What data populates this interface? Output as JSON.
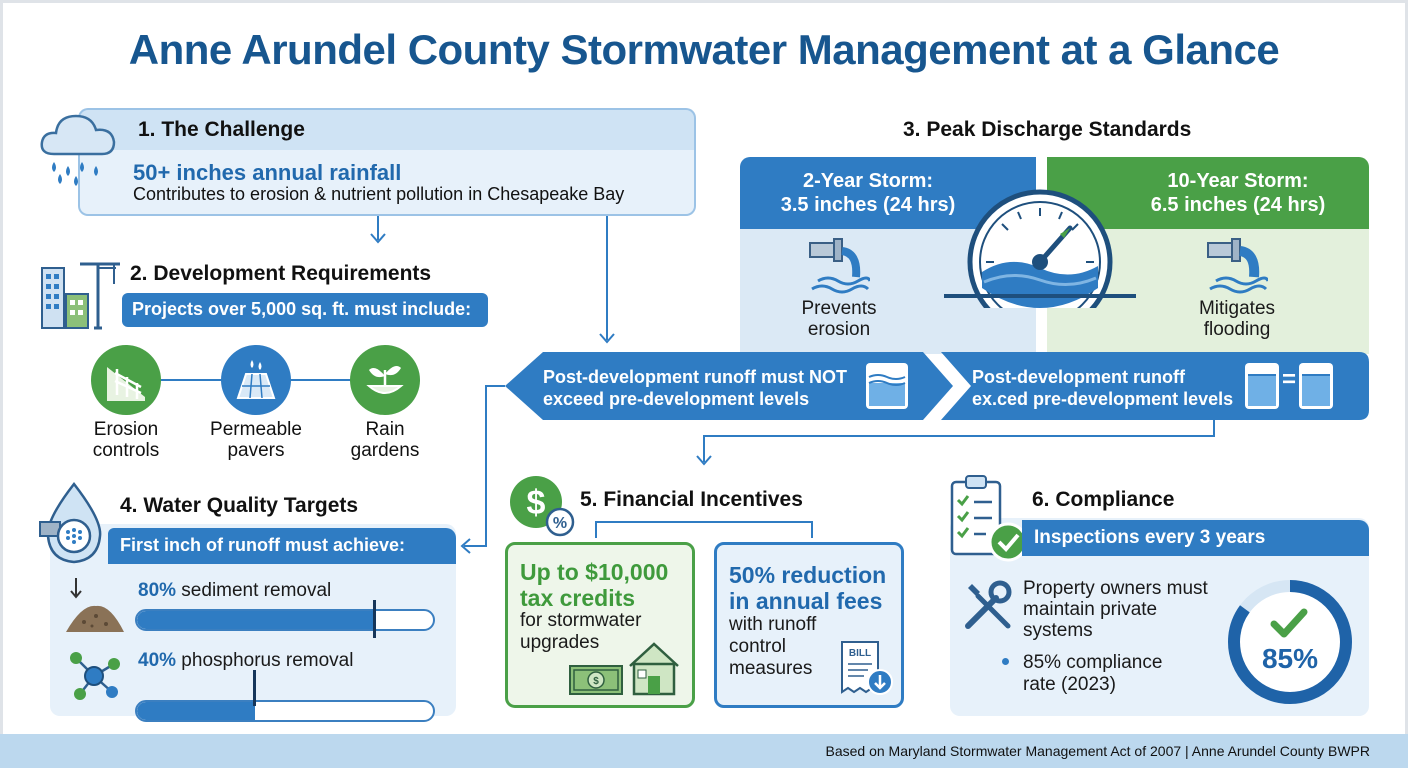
{
  "title": "Anne Arundel County Stormwater Management at a Glance",
  "colors": {
    "primary_blue": "#2f7cc3",
    "title_blue": "#17568f",
    "green": "#4aa047",
    "light_blue": "#e7f1fa"
  },
  "challenge": {
    "heading": "1. The Challenge",
    "highlight": "50+ inches annual rainfall",
    "detail": "Contributes to erosion & nutrient pollution in Chesapeake Bay",
    "icon": "rain-cloud-icon"
  },
  "development": {
    "heading": "2. Development Requirements",
    "band": "Projects over 5,000 sq. ft. must include:",
    "icon": "buildings-crane-icon",
    "items": [
      {
        "label_line1": "Erosion",
        "label_line2": "controls",
        "icon": "erosion-fence-icon"
      },
      {
        "label_line1": "Permeable",
        "label_line2": "pavers",
        "icon": "pavers-icon"
      },
      {
        "label_line1": "Rain",
        "label_line2": "gardens",
        "icon": "plant-icon"
      }
    ]
  },
  "peak": {
    "heading": "3. Peak Discharge Standards",
    "storm2": {
      "title": "2-Year Storm:",
      "subtitle": "3.5 inches (24 hrs)",
      "caption_line1": "Prevents",
      "caption_line2": "erosion",
      "icon": "pipe-outflow-icon"
    },
    "storm10": {
      "title": "10-Year Storm:",
      "subtitle": "6.5 inches (24 hrs)",
      "caption_line1": "Mitigates",
      "caption_line2": "flooding",
      "icon": "pipe-outflow-icon"
    },
    "gauge_icon": "gauge-icon",
    "banner_left_line1": "Post-development runoff must NOT",
    "banner_left_line2": "exceed pre-development levels",
    "banner_right_line1": "Post-development runoff",
    "banner_right_line2": "ex.ced pre-development levels",
    "equals": "="
  },
  "water_quality": {
    "heading": "4. Water Quality Targets",
    "band": "First inch of runoff must achieve:",
    "icon": "water-drop-filter-icon",
    "targets": [
      {
        "percent": "80%",
        "label": " sediment removal",
        "value": 0.8,
        "icon": "sediment-pile-icon"
      },
      {
        "percent": "40%",
        "label": " phosphorus removal",
        "value": 0.4,
        "icon": "molecule-icon"
      }
    ]
  },
  "financial": {
    "heading": "5. Financial Incentives",
    "icon": "dollar-percent-icon",
    "tax": {
      "line1": "Up to $10,000",
      "line2": "tax credits",
      "line3": "for stormwater",
      "line4": "upgrades",
      "icon": "money-house-icon"
    },
    "fees": {
      "line1": "50% reduction",
      "line2": "in annual fees",
      "line3": "with runoff",
      "line4": "control",
      "line5": "measures",
      "bill_label": "BILL",
      "icon": "bill-icon"
    }
  },
  "compliance": {
    "heading": "6. Compliance",
    "band": "Inspections every 3 years",
    "icon": "clipboard-check-icon",
    "owners_line1": "Property owners must",
    "owners_line2": "maintain private",
    "owners_line3": "systems",
    "rate_line1": "85% compliance",
    "rate_line2": "rate (2023)",
    "ring_value": "85%",
    "ring_fraction": 0.85
  },
  "footer": "Based on Maryland Stormwater Management Act of 2007 | Anne Arundel County BWPR"
}
